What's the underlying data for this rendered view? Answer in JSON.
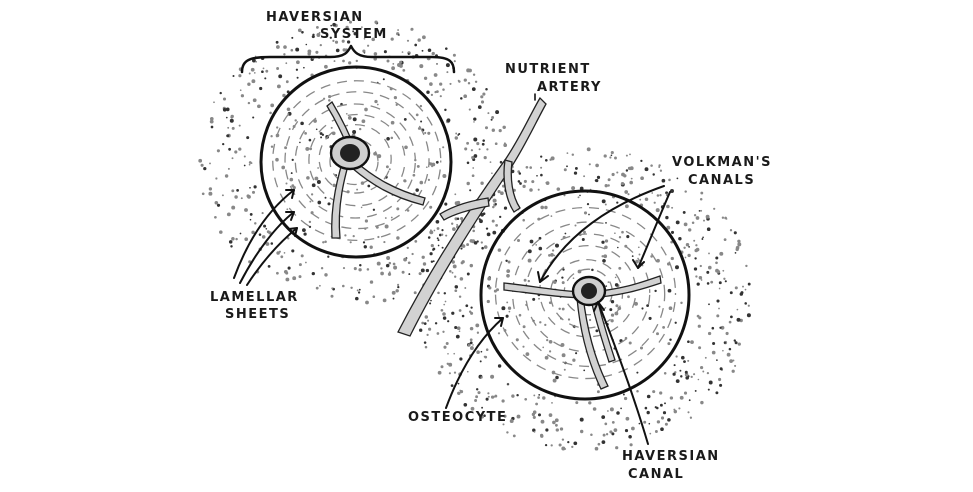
{
  "labels": {
    "haversian_system": [
      "HAVERSIAN",
      "SYSTEM"
    ],
    "nutrient_artery": [
      "NUTRIENT",
      "ARTERY"
    ],
    "volkmans_canals": [
      "VOLKMAN'S",
      "CANALS"
    ],
    "lamellar_sheets": [
      "LAMELLAR",
      "SHEETS"
    ],
    "osteocyte": "OSTEOCYTE",
    "haversian_canal": [
      "HAVERSIAN",
      "CANAL"
    ]
  },
  "colors": {
    "ink": "#111111",
    "vessel_fill": "#d2d2d2",
    "lamella": "#888888",
    "stipple": "#777777"
  }
}
